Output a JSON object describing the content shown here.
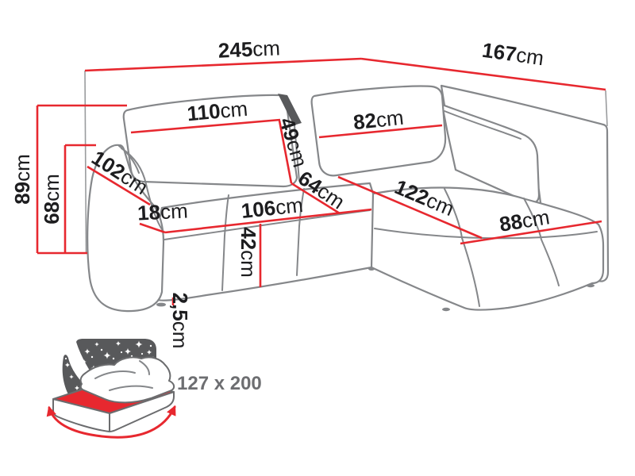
{
  "diagram": {
    "subject": "corner-sofa-with-dimensions",
    "colors": {
      "dimension_line": "#e7282f",
      "sofa_outline": "#85878a",
      "label_text": "#1d1d1f",
      "icon_dark": "#58595b",
      "sleeping_label_text": "#6d6e71",
      "background": "#ffffff"
    },
    "dimensions": {
      "total_width": {
        "value": "245",
        "unit": "cm"
      },
      "total_depth": {
        "value": "167",
        "unit": "cm"
      },
      "total_height": {
        "value": "89",
        "unit": "cm"
      },
      "backrest_height": {
        "value": "68",
        "unit": "cm"
      },
      "armrest_depth": {
        "value": "102",
        "unit": "cm"
      },
      "back_cushion_left": {
        "value": "110",
        "unit": "cm"
      },
      "back_cushion_height": {
        "value": "49",
        "unit": "cm"
      },
      "back_cushion_right": {
        "value": "82",
        "unit": "cm"
      },
      "seat_depth": {
        "value": "64",
        "unit": "cm"
      },
      "armrest_width": {
        "value": "18",
        "unit": "cm"
      },
      "seat_width": {
        "value": "106",
        "unit": "cm"
      },
      "chaise_length": {
        "value": "122",
        "unit": "cm"
      },
      "chaise_width": {
        "value": "88",
        "unit": "cm"
      },
      "seat_height": {
        "value": "42",
        "unit": "cm"
      },
      "foot_height": {
        "value": "2,5",
        "unit": "cm"
      }
    },
    "sleeping_area": {
      "size_label": "127 x 200"
    }
  }
}
